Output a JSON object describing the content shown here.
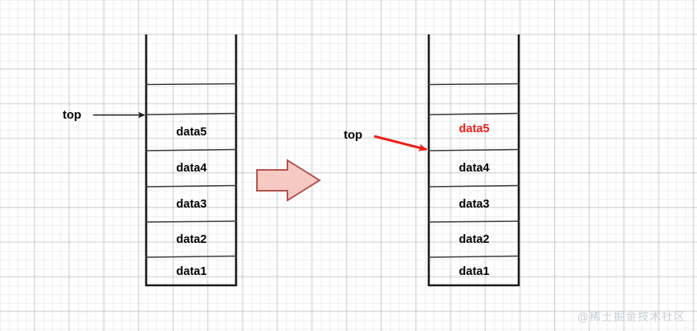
{
  "diagram": {
    "title": "stack-push-top-pointer-diagram",
    "background": "#ffffff",
    "grid_color": "#9aa0ab",
    "colors": {
      "stack_border": "#1a1a1a",
      "divider": "#3a3a3a",
      "text": "#000000",
      "highlight_text": "#e8201a",
      "arrow_black": "#1a1a1a",
      "arrow_red": "#e8201a",
      "block_arrow_fill": "#f6c9c3",
      "block_arrow_stroke": "#b0544f",
      "watermark": "#c9ccd2"
    }
  },
  "left_stack": {
    "name": "stack-before",
    "top_pointer_label": "top",
    "cells": [
      {
        "label": "",
        "highlight": false
      },
      {
        "label": "",
        "highlight": false
      },
      {
        "label": "data5",
        "highlight": false
      },
      {
        "label": "data4",
        "highlight": false
      },
      {
        "label": "data3",
        "highlight": false
      },
      {
        "label": "data2",
        "highlight": false
      },
      {
        "label": "data1",
        "highlight": false
      }
    ]
  },
  "right_stack": {
    "name": "stack-after",
    "top_pointer_label": "top",
    "cells": [
      {
        "label": "",
        "highlight": false
      },
      {
        "label": "",
        "highlight": false
      },
      {
        "label": "data5",
        "highlight": true
      },
      {
        "label": "data4",
        "highlight": false
      },
      {
        "label": "data3",
        "highlight": false
      },
      {
        "label": "data2",
        "highlight": false
      },
      {
        "label": "data1",
        "highlight": false
      }
    ]
  },
  "transition": {
    "name": "transition-arrow",
    "direction": "right"
  },
  "watermark": {
    "text": "@稀土掘金技术社区"
  }
}
